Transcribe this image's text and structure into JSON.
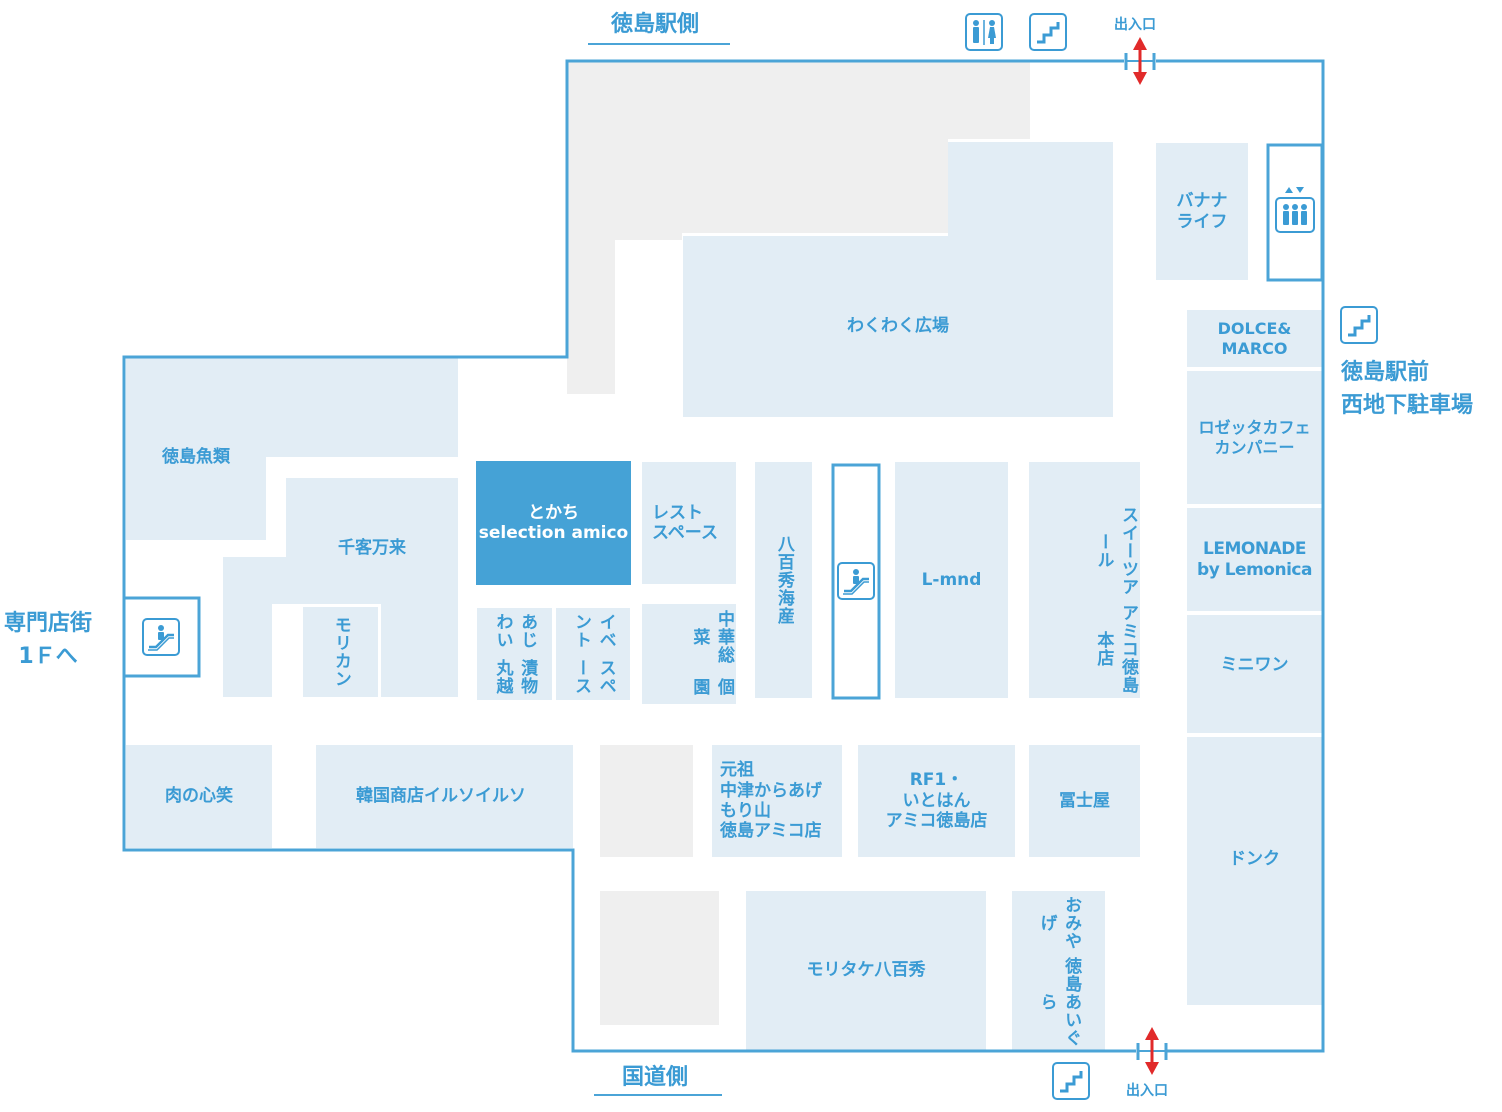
{
  "colors": {
    "outline": "#4ba4d7",
    "shop_fill": "#e2edf5",
    "gray_fill": "#efefef",
    "highlight_fill": "#45a2d6",
    "label": "#3b9bd4",
    "entrance_arrow": "#e12a2a"
  },
  "exterior": {
    "top_side": "徳島駅側",
    "bottom_side": "国道側",
    "right_parking": [
      "徳島駅前",
      "西地下駐車場"
    ],
    "left_link": [
      "専門店街",
      "1Ｆへ"
    ]
  },
  "entrances": {
    "top": "出入口",
    "bottom": "出入口"
  },
  "icons": {
    "restroom": "restroom-icon",
    "stairs": "stairs-icon",
    "elevator": "elevator-icon",
    "escalator": "escalator-icon"
  },
  "shops": {
    "tokushima_gyorui": "徳島魚類",
    "senkyaku_banrai": "千客万来",
    "morikan": "モリカン",
    "tokachi": [
      "とかち",
      "selection amico"
    ],
    "rest_space": [
      "レスト",
      "スペース"
    ],
    "ajiwai_tsukemono": [
      "あじわい",
      "漬物丸越"
    ],
    "event_space": [
      "イベント",
      "スペース"
    ],
    "chuka_sozai": [
      "中華総菜",
      "個園"
    ],
    "yaohide_kaisan": "八百秀海産",
    "l_mnd": "L-mnd",
    "sweets_r": [
      "スイーツアール",
      "アミコ徳島本店"
    ],
    "wakuwaku_hiroba": "わくわく広場",
    "banana_life": [
      "バナナ",
      "ライフ"
    ],
    "dolce_marco": [
      "DOLCE&",
      "MARCO"
    ],
    "rosetta_cafe": [
      "ロゼッタカフェ",
      "カンパニー"
    ],
    "lemonade": [
      "LEMONADE",
      "by Lemonica"
    ],
    "miniwan": "ミニワン",
    "donk": "ドンク",
    "niku_no_shinsho": "肉の心笑",
    "kankoku_shoten": "韓国商店イルソイルソ",
    "ganso_nakatsu": [
      "元祖",
      "中津からあげ",
      "もり山",
      "徳島アミコ店"
    ],
    "rf1_itohan": [
      "RF1・",
      "いとはん",
      "アミコ徳島店"
    ],
    "fujiya": "冨士屋",
    "moritake_yaohide": "モリタケ八百秀",
    "omiyage_aigura": [
      "おみやげ",
      "徳島あいぐら"
    ]
  }
}
